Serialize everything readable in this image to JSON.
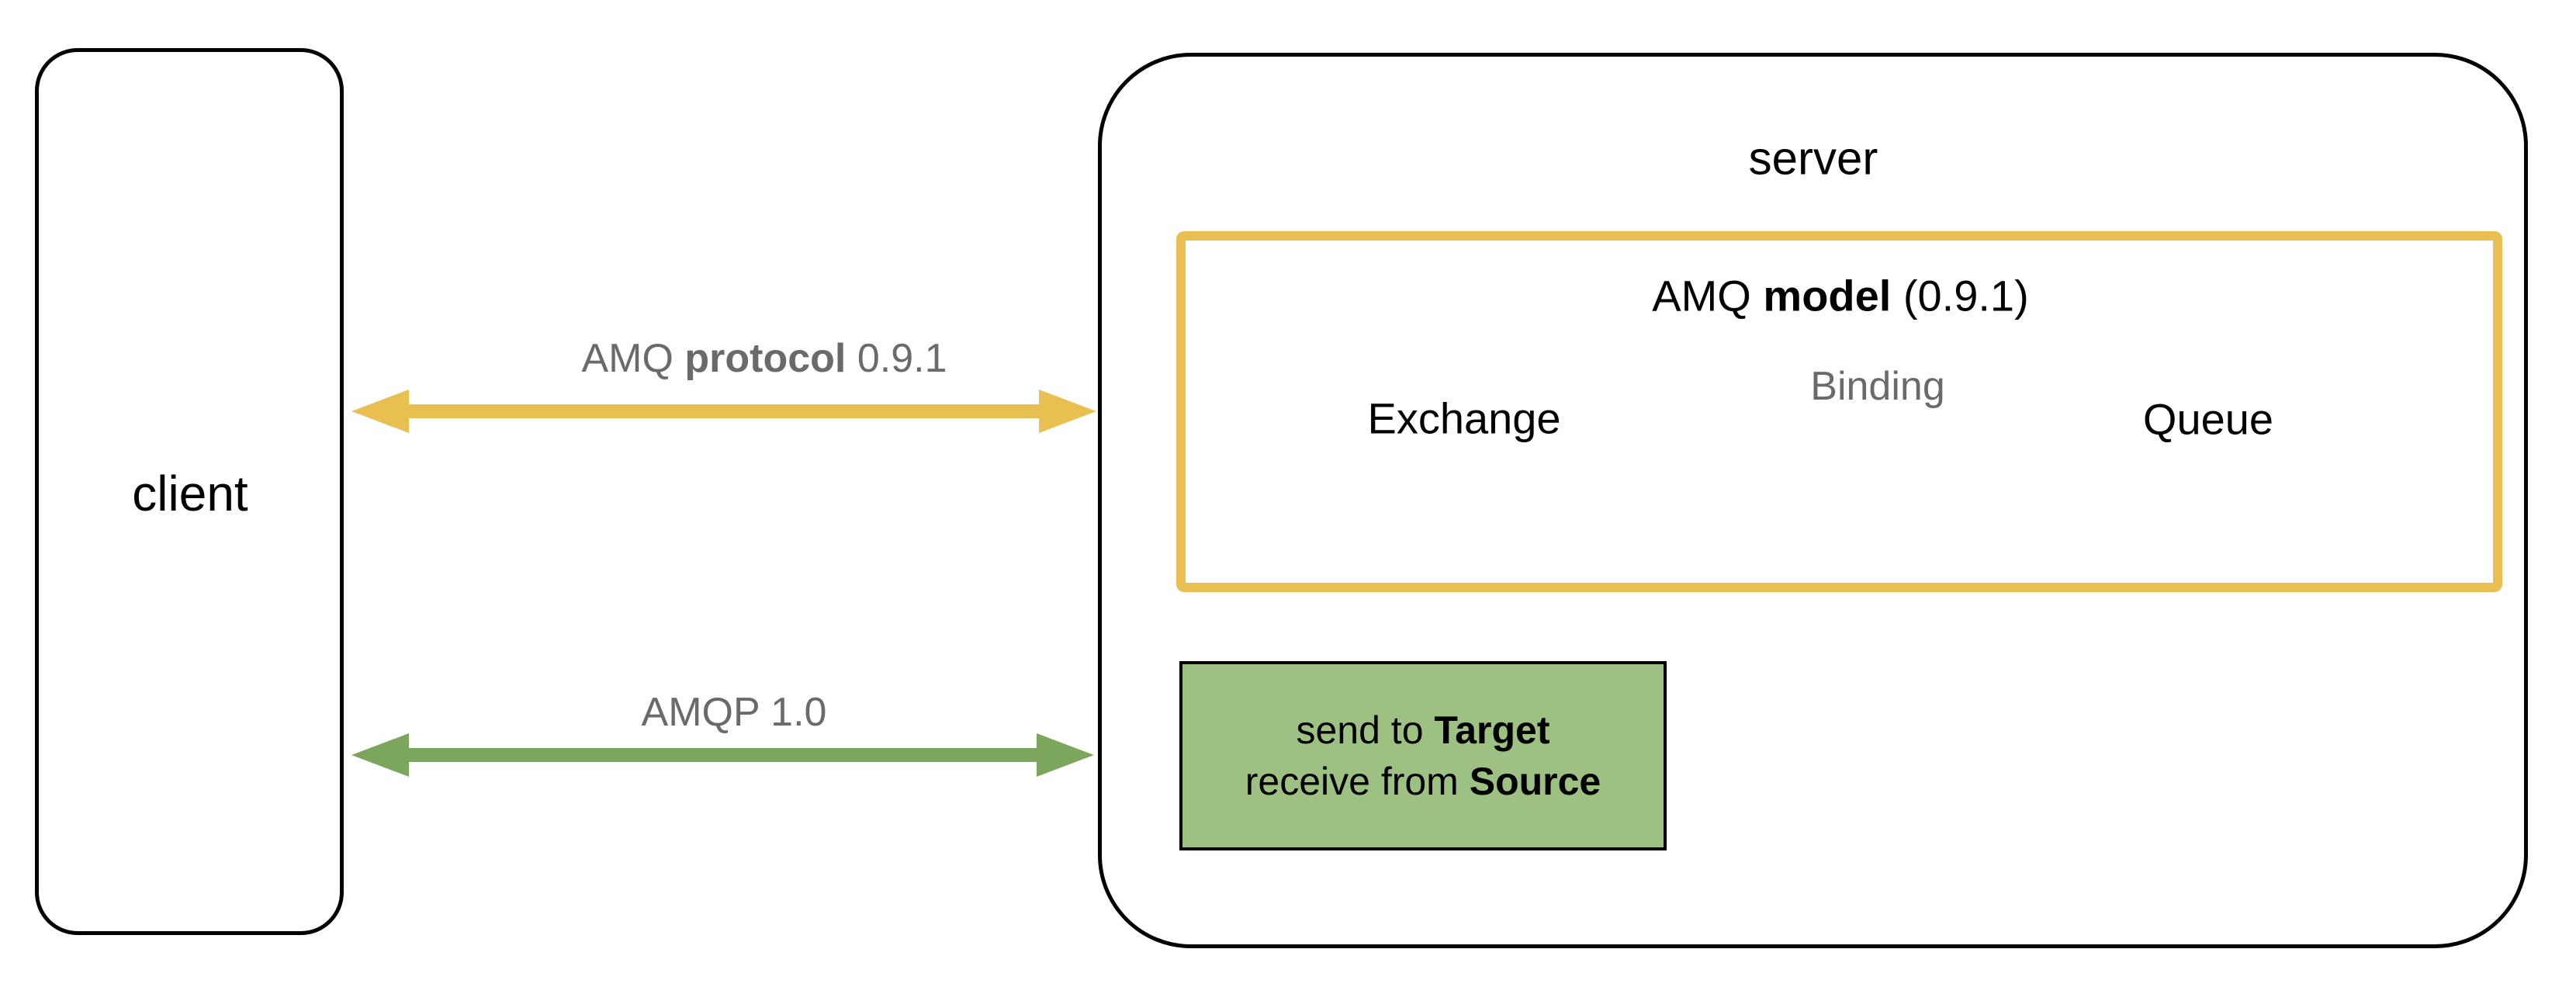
{
  "client": {
    "label": "client"
  },
  "server": {
    "label": "server"
  },
  "model": {
    "title_prefix": "AMQ ",
    "title_bold": "model",
    "title_suffix": " (0.9.1)",
    "exchange_label": "Exchange",
    "queue_label": "Queue"
  },
  "arrows": {
    "protocol": {
      "prefix": "AMQ ",
      "bold": "protocol",
      "suffix": " 0.9.1"
    },
    "amqp": {
      "label": "AMQP 1.0"
    },
    "binding": {
      "label": "Binding"
    }
  },
  "green_box": {
    "line1_prefix": "send to ",
    "line1_bold": "Target",
    "line2_prefix": "receive from ",
    "line2_bold": "Source"
  },
  "colors": {
    "yellow": "#E8BF50",
    "green_arrow": "#7CA65C",
    "green_fill": "#9CC183",
    "gray_text": "#6A6A6A",
    "cylinder_stroke": "#5F5F5F",
    "outline_black": "#000000"
  }
}
